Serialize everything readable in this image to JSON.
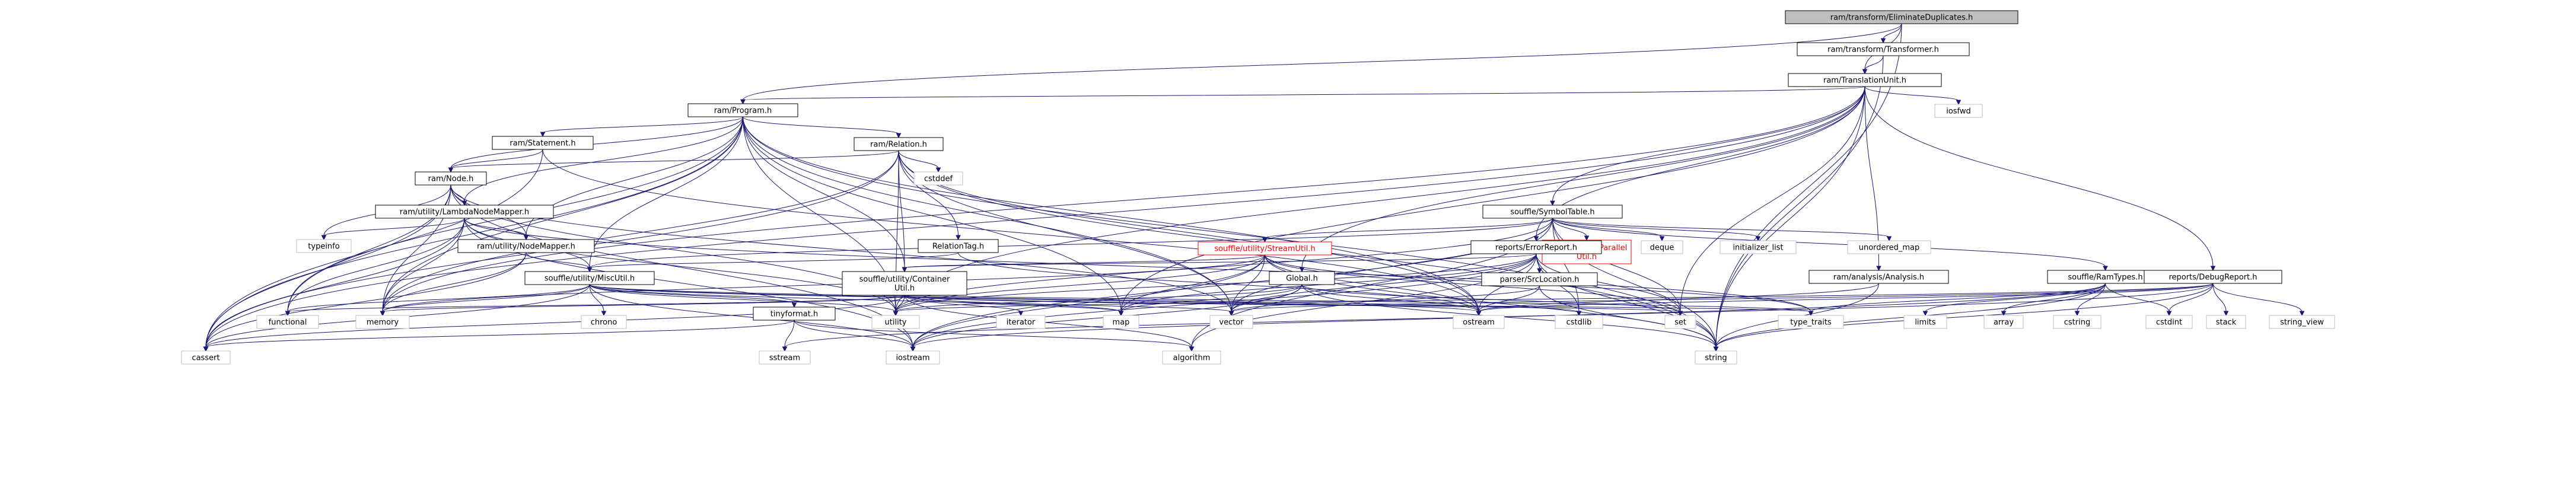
{
  "graph": {
    "root": "ram/transform/EliminateDuplicates.h",
    "nodes": [
      {
        "id": "root",
        "label": "ram/transform/EliminateDuplicates.h",
        "kind": "root"
      },
      {
        "id": "transformer",
        "label": "ram/transform/Transformer.h",
        "kind": "internal"
      },
      {
        "id": "tu",
        "label": "ram/TranslationUnit.h",
        "kind": "internal"
      },
      {
        "id": "program",
        "label": "ram/Program.h",
        "kind": "internal"
      },
      {
        "id": "statement",
        "label": "ram/Statement.h",
        "kind": "internal"
      },
      {
        "id": "relation",
        "label": "ram/Relation.h",
        "kind": "internal"
      },
      {
        "id": "node",
        "label": "ram/Node.h",
        "kind": "internal"
      },
      {
        "id": "lambda",
        "label": "ram/utility/LambdaNodeMapper.h",
        "kind": "internal"
      },
      {
        "id": "nodemapper",
        "label": "ram/utility/NodeMapper.h",
        "kind": "internal"
      },
      {
        "id": "relationtag",
        "label": "RelationTag.h",
        "kind": "internal"
      },
      {
        "id": "symboltable",
        "label": "souffle/SymbolTable.h",
        "kind": "internal"
      },
      {
        "id": "streamutil",
        "label": "souffle/utility/StreamUtil.h",
        "kind": "red"
      },
      {
        "id": "parallelutil",
        "label": "souffle/utility/Parallel\nUtil.h",
        "kind": "red"
      },
      {
        "id": "errorreport",
        "label": "reports/ErrorReport.h",
        "kind": "internal"
      },
      {
        "id": "srclocation",
        "label": "parser/SrcLocation.h",
        "kind": "internal"
      },
      {
        "id": "global",
        "label": "Global.h",
        "kind": "internal"
      },
      {
        "id": "miscutil",
        "label": "souffle/utility/MiscUtil.h",
        "kind": "internal"
      },
      {
        "id": "containerutil",
        "label": "souffle/utility/Container\nUtil.h",
        "kind": "internal"
      },
      {
        "id": "tinyformat",
        "label": "tinyformat.h",
        "kind": "internal"
      },
      {
        "id": "analysis",
        "label": "ram/analysis/Analysis.h",
        "kind": "internal"
      },
      {
        "id": "ramtypes",
        "label": "souffle/RamTypes.h",
        "kind": "internal"
      },
      {
        "id": "debugreport",
        "label": "reports/DebugReport.h",
        "kind": "internal"
      },
      {
        "id": "iosfwd",
        "label": "iosfwd",
        "kind": "external"
      },
      {
        "id": "cstddef",
        "label": "cstddef",
        "kind": "external"
      },
      {
        "id": "typeinfo",
        "label": "typeinfo",
        "kind": "external"
      },
      {
        "id": "deque",
        "label": "deque",
        "kind": "external"
      },
      {
        "id": "initializer_list",
        "label": "initializer_list",
        "kind": "external"
      },
      {
        "id": "unordered_map",
        "label": "unordered_map",
        "kind": "external"
      },
      {
        "id": "functional",
        "label": "functional",
        "kind": "external"
      },
      {
        "id": "memory",
        "label": "memory",
        "kind": "external"
      },
      {
        "id": "chrono",
        "label": "chrono",
        "kind": "external"
      },
      {
        "id": "utility",
        "label": "utility",
        "kind": "external"
      },
      {
        "id": "iterator",
        "label": "iterator",
        "kind": "external"
      },
      {
        "id": "map",
        "label": "map",
        "kind": "external"
      },
      {
        "id": "vector",
        "label": "vector",
        "kind": "external"
      },
      {
        "id": "ostream",
        "label": "ostream",
        "kind": "external"
      },
      {
        "id": "cstdlib",
        "label": "cstdlib",
        "kind": "external"
      },
      {
        "id": "set",
        "label": "set",
        "kind": "external"
      },
      {
        "id": "type_traits",
        "label": "type_traits",
        "kind": "external"
      },
      {
        "id": "limits",
        "label": "limits",
        "kind": "external"
      },
      {
        "id": "array",
        "label": "array",
        "kind": "external"
      },
      {
        "id": "cstring",
        "label": "cstring",
        "kind": "external"
      },
      {
        "id": "cstdint",
        "label": "cstdint",
        "kind": "external"
      },
      {
        "id": "stack",
        "label": "stack",
        "kind": "external"
      },
      {
        "id": "string_view",
        "label": "string_view",
        "kind": "external"
      },
      {
        "id": "cassert",
        "label": "cassert",
        "kind": "external"
      },
      {
        "id": "sstream",
        "label": "sstream",
        "kind": "external"
      },
      {
        "id": "iostream",
        "label": "iostream",
        "kind": "external"
      },
      {
        "id": "algorithm",
        "label": "algorithm",
        "kind": "external"
      },
      {
        "id": "string",
        "label": "string",
        "kind": "external"
      }
    ],
    "edges": [
      [
        "root",
        "transformer"
      ],
      [
        "root",
        "tu"
      ],
      [
        "root",
        "program"
      ],
      [
        "root",
        "string"
      ],
      [
        "transformer",
        "tu"
      ],
      [
        "transformer",
        "string"
      ],
      [
        "tu",
        "program"
      ],
      [
        "tu",
        "symboltable"
      ],
      [
        "tu",
        "errorreport"
      ],
      [
        "tu",
        "debugreport"
      ],
      [
        "tu",
        "analysis"
      ],
      [
        "tu",
        "global"
      ],
      [
        "tu",
        "iosfwd"
      ],
      [
        "tu",
        "map"
      ],
      [
        "tu",
        "memory"
      ],
      [
        "tu",
        "set"
      ],
      [
        "tu",
        "string"
      ],
      [
        "tu",
        "utility"
      ],
      [
        "tu",
        "cassert"
      ],
      [
        "program",
        "statement"
      ],
      [
        "program",
        "relation"
      ],
      [
        "program",
        "node"
      ],
      [
        "program",
        "lambda"
      ],
      [
        "program",
        "nodemapper"
      ],
      [
        "program",
        "miscutil"
      ],
      [
        "program",
        "containerutil"
      ],
      [
        "program",
        "cassert"
      ],
      [
        "program",
        "functional"
      ],
      [
        "program",
        "memory"
      ],
      [
        "program",
        "map"
      ],
      [
        "program",
        "vector"
      ],
      [
        "program",
        "ostream"
      ],
      [
        "program",
        "string"
      ],
      [
        "program",
        "utility"
      ],
      [
        "statement",
        "node"
      ],
      [
        "statement",
        "ostream"
      ],
      [
        "statement",
        "cassert"
      ],
      [
        "relation",
        "node"
      ],
      [
        "relation",
        "relationtag"
      ],
      [
        "relation",
        "containerutil"
      ],
      [
        "relation",
        "cstddef"
      ],
      [
        "relation",
        "memory"
      ],
      [
        "relation",
        "ostream"
      ],
      [
        "relation",
        "string"
      ],
      [
        "relation",
        "utility"
      ],
      [
        "relation",
        "vector"
      ],
      [
        "relation",
        "cassert"
      ],
      [
        "node",
        "lambda"
      ],
      [
        "node",
        "nodemapper"
      ],
      [
        "node",
        "typeinfo"
      ],
      [
        "node",
        "functional"
      ],
      [
        "node",
        "memory"
      ],
      [
        "node",
        "utility"
      ],
      [
        "node",
        "vector"
      ],
      [
        "node",
        "cassert"
      ],
      [
        "node",
        "iostream"
      ],
      [
        "lambda",
        "nodemapper"
      ],
      [
        "lambda",
        "miscutil"
      ],
      [
        "lambda",
        "typeinfo"
      ],
      [
        "lambda",
        "functional"
      ],
      [
        "lambda",
        "memory"
      ],
      [
        "lambda",
        "utility"
      ],
      [
        "lambda",
        "type_traits"
      ],
      [
        "lambda",
        "cassert"
      ],
      [
        "lambda",
        "iostream"
      ],
      [
        "nodemapper",
        "miscutil"
      ],
      [
        "nodemapper",
        "memory"
      ],
      [
        "nodemapper",
        "cassert"
      ],
      [
        "relationtag",
        "miscutil"
      ],
      [
        "relationtag",
        "ostream"
      ],
      [
        "symboltable",
        "streamutil"
      ],
      [
        "symboltable",
        "parallelutil"
      ],
      [
        "symboltable",
        "ramtypes"
      ],
      [
        "symboltable",
        "miscutil"
      ],
      [
        "symboltable",
        "deque"
      ],
      [
        "symboltable",
        "initializer_list"
      ],
      [
        "symboltable",
        "unordered_map"
      ],
      [
        "symboltable",
        "iostream"
      ],
      [
        "symboltable",
        "string"
      ],
      [
        "symboltable",
        "utility"
      ],
      [
        "symboltable",
        "vector"
      ],
      [
        "symboltable",
        "cstdlib"
      ],
      [
        "symboltable",
        "algorithm"
      ],
      [
        "symboltable",
        "set"
      ],
      [
        "streamutil",
        "containerutil"
      ],
      [
        "streamutil",
        "map"
      ],
      [
        "streamutil",
        "memory"
      ],
      [
        "streamutil",
        "ostream"
      ],
      [
        "streamutil",
        "set"
      ],
      [
        "streamutil",
        "string"
      ],
      [
        "streamutil",
        "type_traits"
      ],
      [
        "streamutil",
        "utility"
      ],
      [
        "streamutil",
        "vector"
      ],
      [
        "streamutil",
        "iostream"
      ],
      [
        "errorreport",
        "srclocation"
      ],
      [
        "errorreport",
        "containerutil"
      ],
      [
        "errorreport",
        "algorithm"
      ],
      [
        "errorreport",
        "cstdlib"
      ],
      [
        "errorreport",
        "iostream"
      ],
      [
        "errorreport",
        "map"
      ],
      [
        "errorreport",
        "ostream"
      ],
      [
        "errorreport",
        "set"
      ],
      [
        "errorreport",
        "string"
      ],
      [
        "errorreport",
        "vector"
      ],
      [
        "errorreport",
        "utility"
      ],
      [
        "srclocation",
        "ostream"
      ],
      [
        "srclocation",
        "string"
      ],
      [
        "srclocation",
        "vector"
      ],
      [
        "global",
        "map"
      ],
      [
        "global",
        "ostream"
      ],
      [
        "global",
        "set"
      ],
      [
        "global",
        "string"
      ],
      [
        "global",
        "utility"
      ],
      [
        "global",
        "vector"
      ],
      [
        "global",
        "iostream"
      ],
      [
        "miscutil",
        "tinyformat"
      ],
      [
        "miscutil",
        "chrono"
      ],
      [
        "miscutil",
        "functional"
      ],
      [
        "miscutil",
        "map"
      ],
      [
        "miscutil",
        "memory"
      ],
      [
        "miscutil",
        "utility"
      ],
      [
        "miscutil",
        "cassert"
      ],
      [
        "miscutil",
        "iostream"
      ],
      [
        "miscutil",
        "type_traits"
      ],
      [
        "miscutil",
        "cstdlib"
      ],
      [
        "miscutil",
        "ostream"
      ],
      [
        "containerutil",
        "iterator"
      ],
      [
        "containerutil",
        "map"
      ],
      [
        "containerutil",
        "memory"
      ],
      [
        "containerutil",
        "set"
      ],
      [
        "containerutil",
        "utility"
      ],
      [
        "containerutil",
        "vector"
      ],
      [
        "containerutil",
        "functional"
      ],
      [
        "containerutil",
        "algorithm"
      ],
      [
        "containerutil",
        "type_traits"
      ],
      [
        "containerutil",
        "cassert"
      ],
      [
        "tinyformat",
        "algorithm"
      ],
      [
        "tinyformat",
        "cassert"
      ],
      [
        "tinyformat",
        "iostream"
      ],
      [
        "tinyformat",
        "sstream"
      ],
      [
        "analysis",
        "ostream"
      ],
      [
        "analysis",
        "string"
      ],
      [
        "ramtypes",
        "cstdint"
      ],
      [
        "ramtypes",
        "cstring"
      ],
      [
        "ramtypes",
        "limits"
      ],
      [
        "ramtypes",
        "type_traits"
      ],
      [
        "ramtypes",
        "array"
      ],
      [
        "ramtypes",
        "iostream"
      ],
      [
        "ramtypes",
        "string"
      ],
      [
        "debugreport",
        "stack"
      ],
      [
        "debugreport",
        "string_view"
      ],
      [
        "debugreport",
        "cstdint"
      ],
      [
        "debugreport",
        "ostream"
      ],
      [
        "debugreport",
        "sstream"
      ],
      [
        "debugreport",
        "string"
      ],
      [
        "debugreport",
        "vector"
      ],
      [
        "debugreport",
        "utility"
      ]
    ]
  }
}
